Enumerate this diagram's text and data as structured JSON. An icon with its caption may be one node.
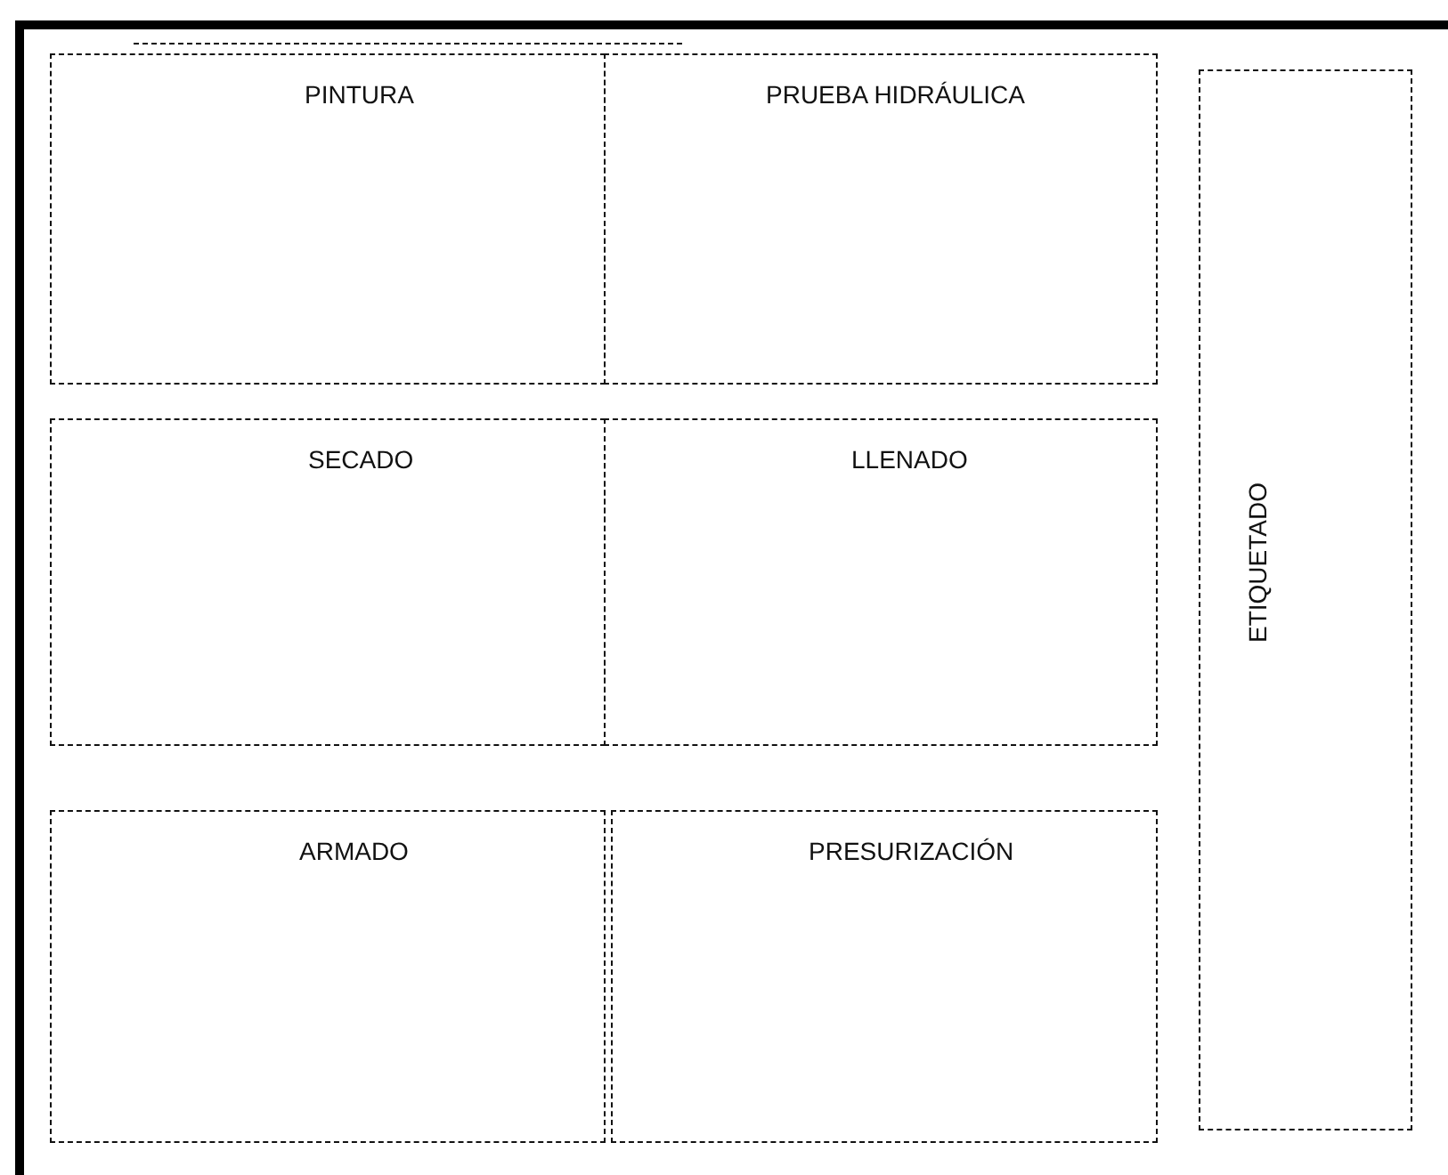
{
  "diagram": {
    "nodes": [
      {
        "text": [
          "PINTURA"
        ]
      },
      {
        "text": [
          "PRUEBA HIDRÁULICA"
        ]
      },
      {
        "text": [
          "SECADO"
        ]
      },
      {
        "text": [
          "LLENADO"
        ]
      },
      {
        "text": [
          "ARMADO"
        ]
      },
      {
        "text": [
          "PRESURIZACIÓN"
        ]
      },
      {
        "text": [
          "ETIQUETADO"
        ]
      }
    ]
  }
}
